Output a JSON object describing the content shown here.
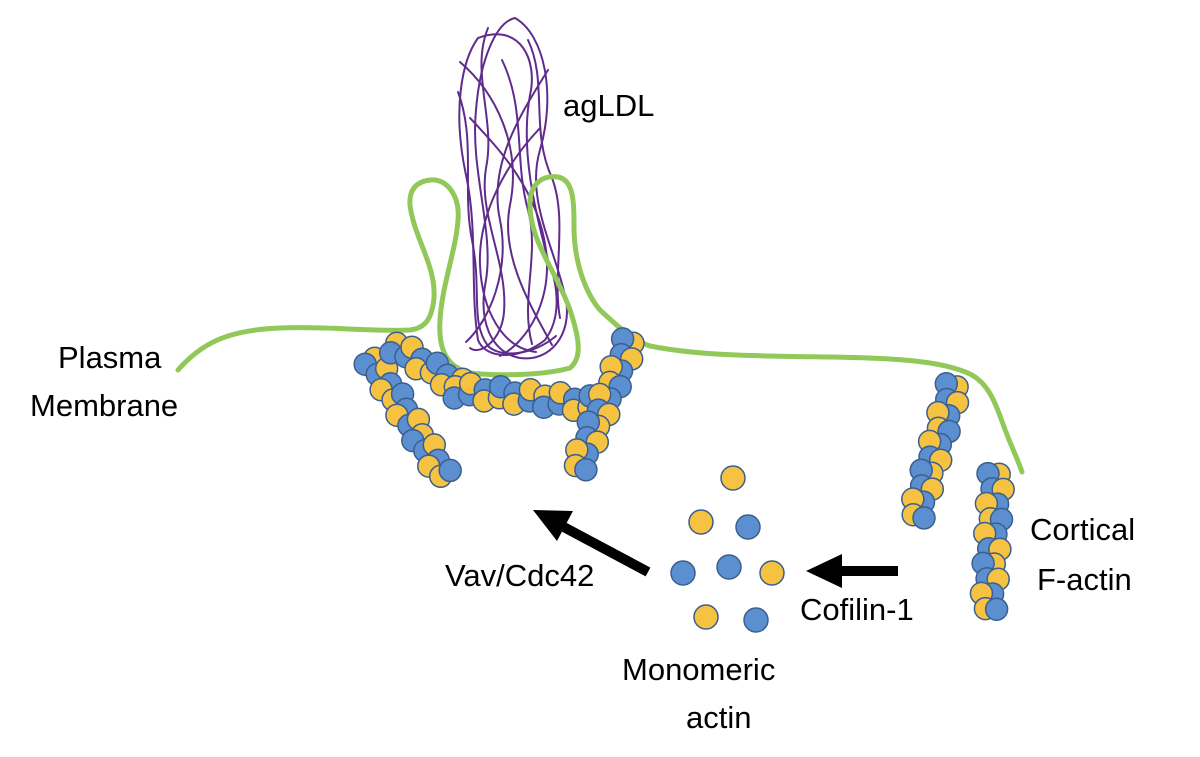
{
  "diagram": {
    "labels": {
      "agldl": "agLDL",
      "plasma_membrane": [
        "Plasma",
        "Membrane"
      ],
      "cortical_f_actin": [
        "Cortical",
        "F-actin"
      ],
      "cofilin": "Cofilin-1",
      "vav_cdc42": "Vav/Cdc42",
      "monomeric_actin": [
        "Monomeric",
        "actin"
      ]
    },
    "colors": {
      "membrane": "#92c85a",
      "agldl": "#5f2c8c",
      "actin_blue": "#5b8fd0",
      "actin_yellow": "#f5c242",
      "actin_outline": "#3a5f8f",
      "arrow": "#000000"
    }
  }
}
